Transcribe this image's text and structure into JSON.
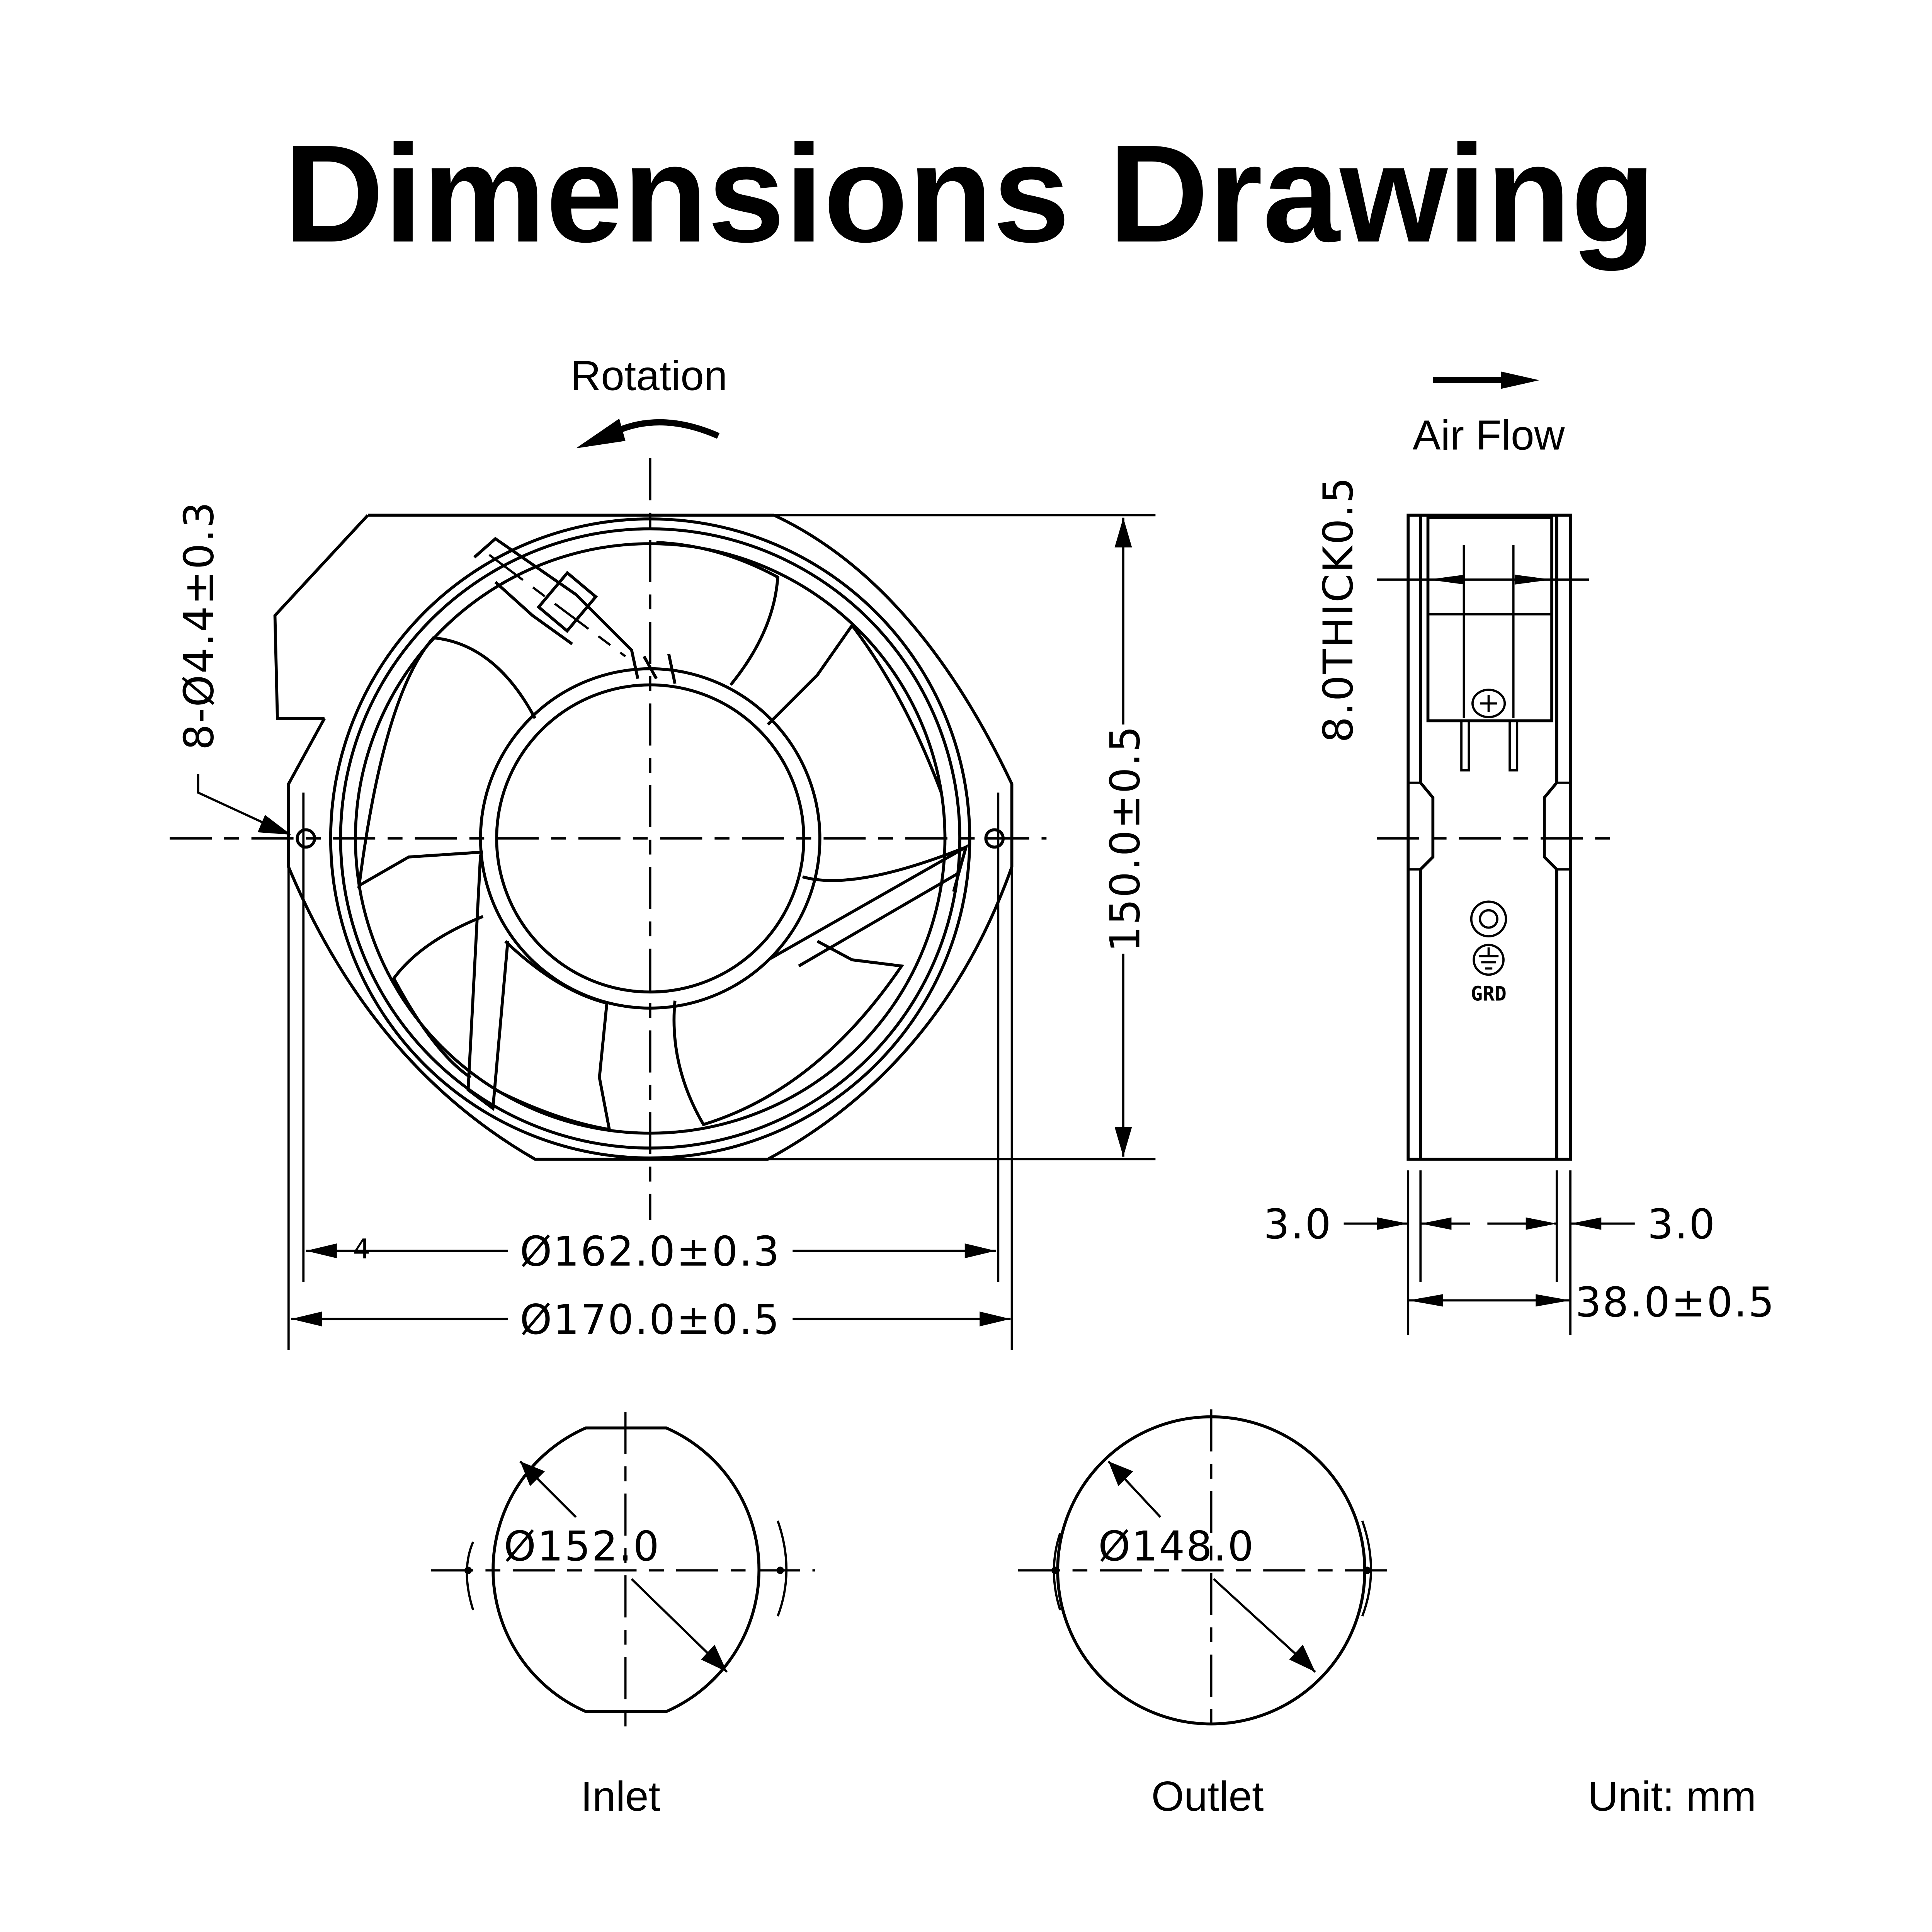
{
  "title": "Dimensions Drawing",
  "front_view": {
    "rotation_label": "Rotation",
    "mount_holes": "8-Ø4.4±0.3",
    "height": "150.0±0.5",
    "hole_spacing": "Ø162.0±0.3",
    "hole_spacing_mark": "4",
    "width": "Ø170.0±0.5"
  },
  "side_view": {
    "airflow_label": "Air Flow",
    "terminal_thickness": "8.0THICK0.5",
    "ground_label": "GRD",
    "flange_left": "3.0",
    "flange_right": "3.0",
    "depth": "38.0±0.5"
  },
  "inlet": {
    "diameter": "Ø152.0",
    "label": "Inlet"
  },
  "outlet": {
    "diameter": "Ø148.0",
    "label": "Outlet"
  },
  "unit": "Unit: mm"
}
